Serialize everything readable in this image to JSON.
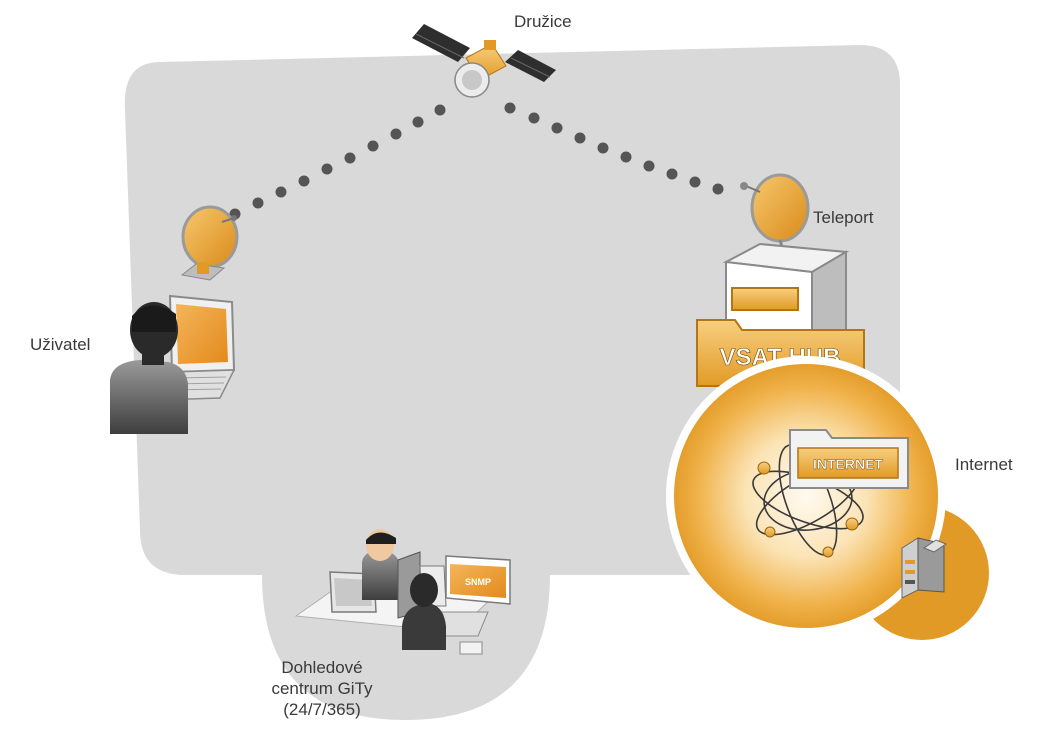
{
  "labels": {
    "satellite": "Družice",
    "teleport": "Teleport",
    "user": "Uživatel",
    "internet": "Internet",
    "noc_line1": "Dohledové",
    "noc_line2": "centrum GiTy",
    "noc_line3": "(24/7/365)"
  },
  "boxes": {
    "hub": "VSAT HUB",
    "internet_folder": "INTERNET",
    "snmp": "SNMP"
  },
  "colors": {
    "background_panel": "#d9d9d9",
    "orange": "#e8a030",
    "orange_light": "#f6c56a",
    "orange_dark": "#d08818",
    "dots": "#555555",
    "text": "#3a3a3a"
  },
  "icons": [
    "satellite-icon",
    "satellite-dish-icon",
    "user-laptop-icon",
    "hub-building-icon",
    "internet-globe-icon",
    "server-icon",
    "operator-workstation-icon"
  ]
}
